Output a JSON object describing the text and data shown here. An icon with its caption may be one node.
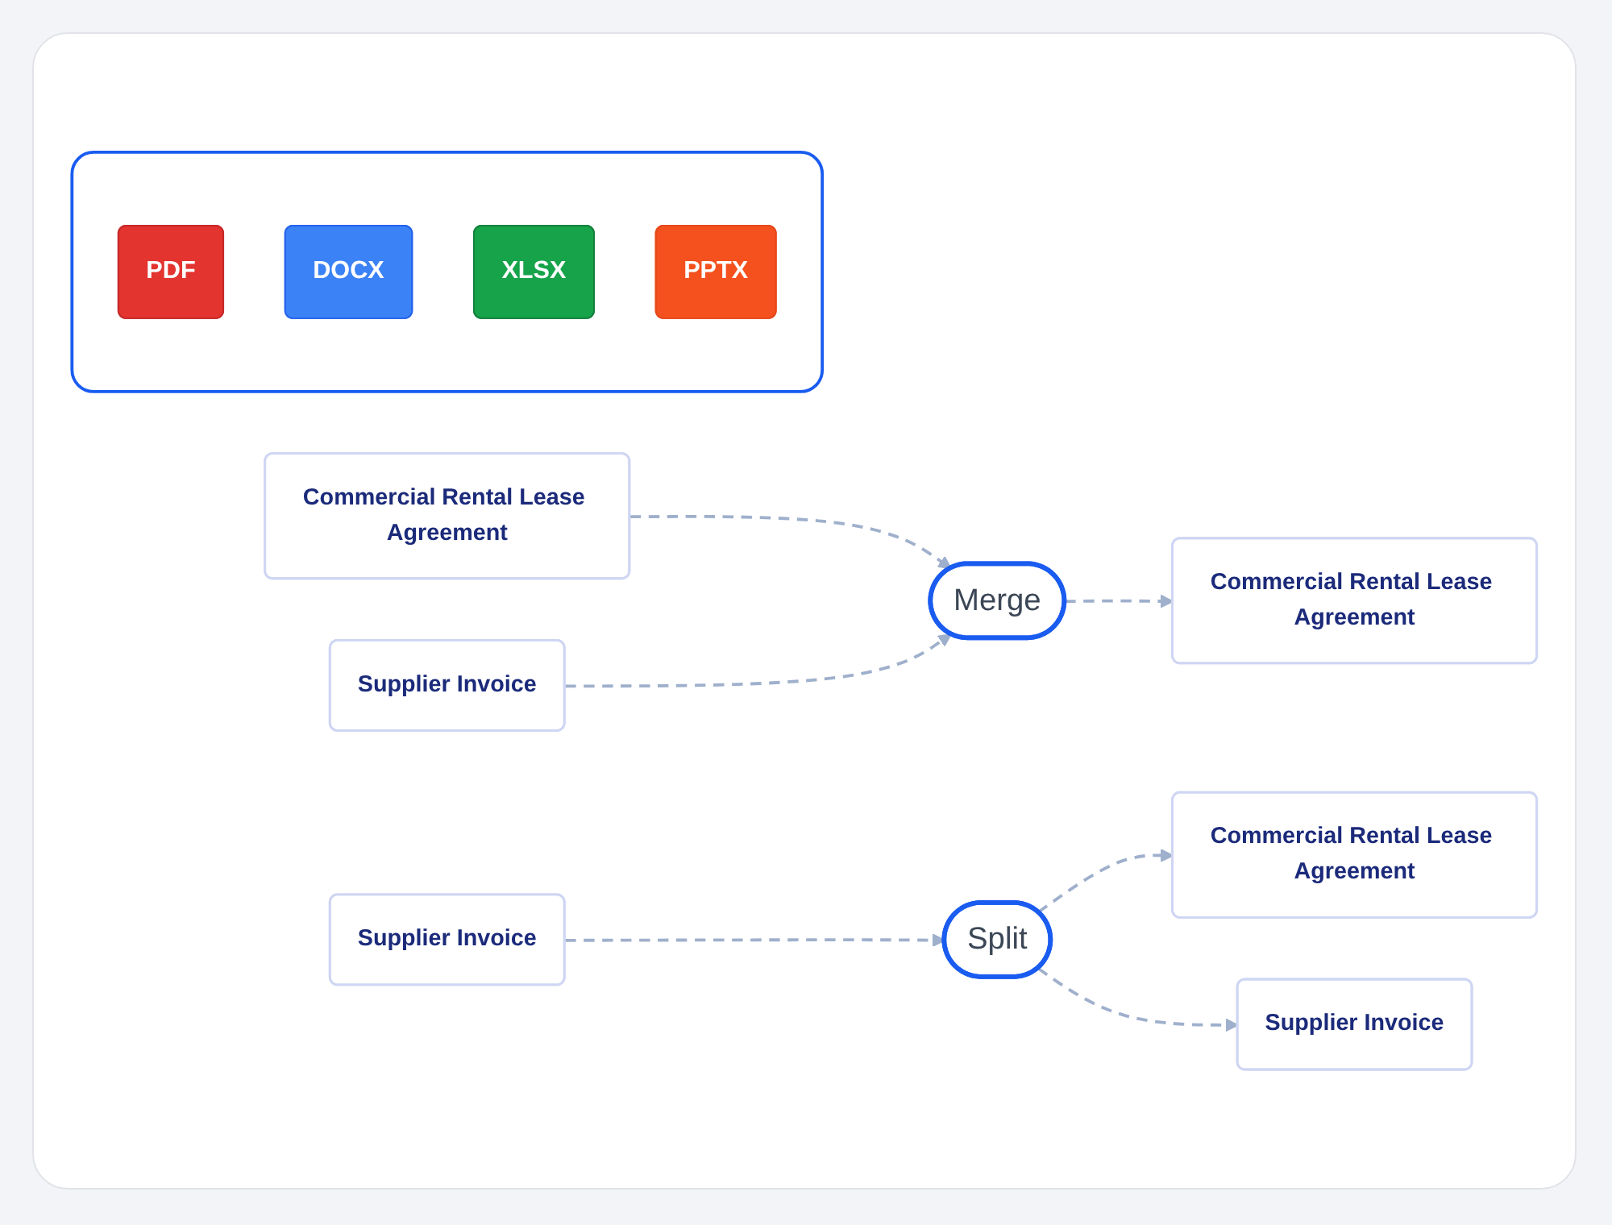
{
  "diagram": {
    "nodes": [
      {
        "text": [
          "Commercial Rental Lease Agreement"
        ]
      },
      {
        "text": [
          "Supplier Invoice"
        ]
      },
      {
        "text": [
          "Merge"
        ]
      },
      {
        "text": [
          "Supplier Invoice"
        ]
      },
      {
        "text": [
          "Commercial Rental Lease Agreement"
        ]
      },
      {
        "text": [
          "Split"
        ]
      },
      {
        "text": [
          "Commercial Rental Lease Agreement"
        ]
      },
      {
        "text": [
          "Supplier Invoice"
        ]
      },
      {
        "text": [],
        "shape": "box"
      },
      {
        "text": [
          "PDF"
        ],
        "in": 8
      },
      {
        "text": [
          "DOCX"
        ],
        "in": 8
      },
      {
        "text": [
          "XLSX"
        ],
        "in": 8
      },
      {
        "text": [
          "PPTX"
        ],
        "in": 8
      }
    ],
    "edges": [
      {
        "from": 0,
        "to": 2,
        "arrow": "to",
        "style": "dashed"
      },
      {
        "from": 1,
        "to": 2,
        "arrow": "to",
        "style": "dashed"
      },
      {
        "from": 2,
        "to": 4,
        "arrow": "to",
        "style": "dashed"
      },
      {
        "from": 3,
        "to": 5,
        "arrow": "to",
        "style": "dashed"
      },
      {
        "from": 5,
        "to": 6,
        "arrow": "to",
        "style": "dashed"
      },
      {
        "from": 5,
        "to": 7,
        "arrow": "to",
        "style": "dashed"
      }
    ]
  }
}
